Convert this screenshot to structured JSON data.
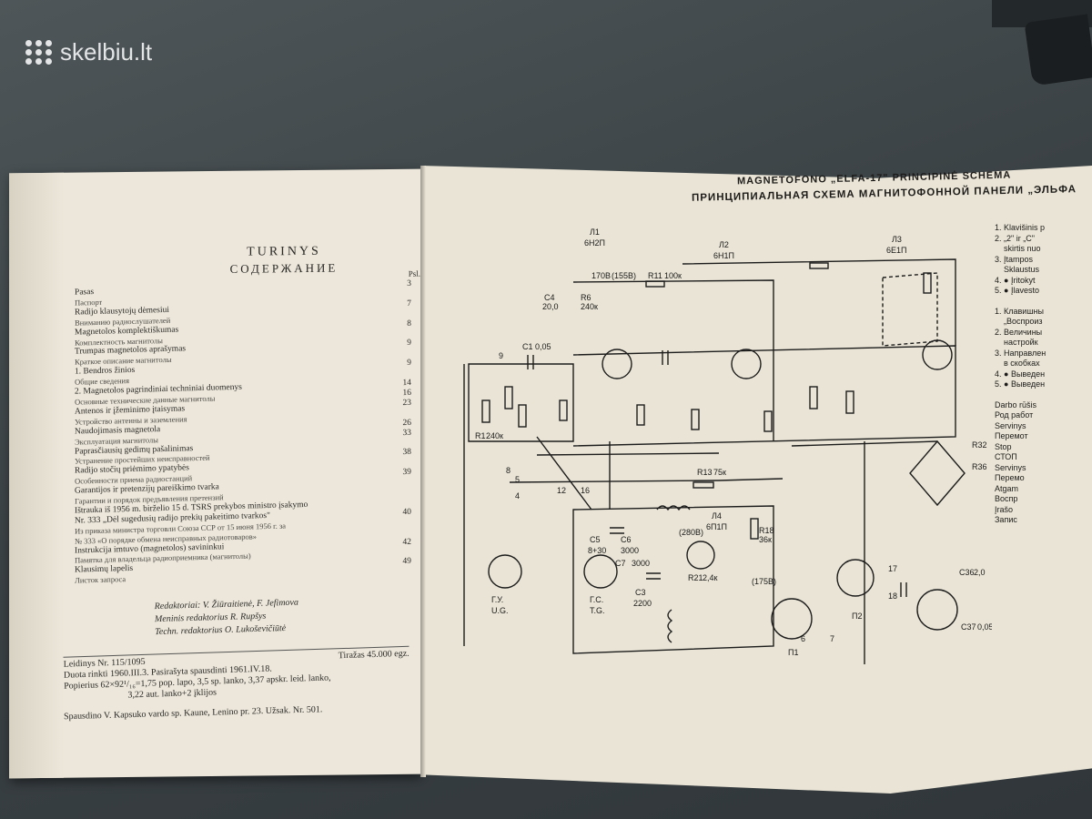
{
  "watermark": {
    "text": "skelbiu.lt"
  },
  "left_page": {
    "toc_title": "TURINYS",
    "toc_subtitle": "СОДЕРЖАНИЕ",
    "page_header": "Psl.",
    "entries": [
      {
        "text": "Pasas",
        "page": "3"
      },
      {
        "text": "Паспорт",
        "page": ""
      },
      {
        "text": "Radijo klausytojų dėmesiui",
        "page": "7"
      },
      {
        "text": "Вниманию радиослушателей",
        "page": ""
      },
      {
        "text": "Magnetolos komplektiškumas",
        "page": "8"
      },
      {
        "text": "Комплектность магнитолы",
        "page": ""
      },
      {
        "text": "Trumpas magnetolos aprašymas",
        "page": "9"
      },
      {
        "text": "Краткое описание магнитолы",
        "page": ""
      },
      {
        "text": "1. Bendros žinios",
        "page": "9"
      },
      {
        "text": "Общие сведения",
        "page": ""
      },
      {
        "text": "2. Magnetolos pagrindiniai techniniai duomenys",
        "page": "14"
      },
      {
        "text": "Основные технические данные магнитолы",
        "page": "16"
      },
      {
        "text": "Antenos ir įžeminimo įtaisymas",
        "page": "23"
      },
      {
        "text": "Устройство антенны и заземления",
        "page": ""
      },
      {
        "text": "Naudojimasis magnetola",
        "page": "26"
      },
      {
        "text": "Эксплуатация магнитолы",
        "page": "33"
      },
      {
        "text": "Paprasčiausių gedimų pašalinimas",
        "page": ""
      },
      {
        "text": "Устранение простейших неисправностей",
        "page": "38"
      },
      {
        "text": "Radijo stočių priėmimo ypatybės",
        "page": ""
      },
      {
        "text": "Особенности приема радиостанций",
        "page": "39"
      },
      {
        "text": "Garantijos ir pretenzijų pareiškimo tvarka",
        "page": ""
      },
      {
        "text": "Гарантии и порядок предъявления претензий",
        "page": ""
      },
      {
        "text": "Ištrauka iš 1956 m. birželio 15 d. TSRS prekybos ministro įsakymo",
        "page": ""
      },
      {
        "text": "Nr. 333 „Dėl sugedusių radijo prekių pakeitimo tvarkos\"",
        "page": "40"
      },
      {
        "text": "Из приказа министра торговли Союза ССР от 15 июня 1956 г. за",
        "page": ""
      },
      {
        "text": "№ 333 «О порядке обмена неисправных радиотоваров»",
        "page": ""
      },
      {
        "text": "Instrukcija imtuvo (magnetolos) savininkui",
        "page": "42"
      },
      {
        "text": "Памятка для владельца радиоприемника (магнитолы)",
        "page": ""
      },
      {
        "text": "Klausimų lapelis",
        "page": "49"
      },
      {
        "text": "Листок запроса",
        "page": ""
      }
    ],
    "credits": [
      "Redaktoriai: V. Žiūraitienė, F. Jefimova",
      "Meninis redaktorius R. Rupšys",
      "Techn. redaktorius O. Lukoševičiūtė"
    ],
    "imprint": {
      "line1_left": "Leidinys Nr. 115/1095",
      "line1_right": "Tiražas 45.000 egz.",
      "line2": "Duota rinkti 1960.III.3. Pasirašyta spausdinti 1961.IV.18.",
      "line3": "Popierius 62×92¹/₁₆=1,75 pop. lapo, 3,5 sp. lanko, 3,37 apskr. leid. lanko,",
      "line4": "3,22 aut. lanko+2 įklijos"
    },
    "printer": "Spausdino V. Kapsuko vardo sp. Kaune, Lenino pr. 23. Užsak. Nr. 501."
  },
  "right_page": {
    "title_lt": "MAGNETOFONO „ELFA-17\" PRINCIPINĖ SCHEMA",
    "title_ru": "ПРИНЦИПИАЛЬНАЯ СХЕМА МАГНИТОФОННОЙ ПАНЕЛИ „ЭЛЬФА",
    "legend": [
      "1. Klavišinis p",
      "2. „2\" ir „C\"",
      "    skirtis nuo",
      "3. Įtampos",
      "    Sklaustus",
      "4. ● Įritokyt",
      "5. ● Įlavesto",
      "",
      "1. Клавишны",
      "    „Воспроиз",
      "2. Величины",
      "    настройк",
      "3. Направлен",
      "    в скобках",
      "4. ● Выведен",
      "5. ● Выведен",
      "",
      "Darbo rūšis",
      "Род работ",
      "Servinys",
      "Перемот",
      "Stop",
      "СТОП",
      "Servinys",
      "Перемо",
      "Atgam",
      "Воспр",
      "Įrašo",
      "Запис"
    ],
    "labels": {
      "tube1": "Л1",
      "tube1b": "6Н2П",
      "tube2": "Л2",
      "tube2b": "6Н1П",
      "tube3": "Л3",
      "tube3b": "6Е1П",
      "tube4": "Л4",
      "tube4b": "6П1П",
      "c4": "C4",
      "c4v": "20,0",
      "r6": "R6",
      "r6v": "240к",
      "v170": "170В",
      "v155": "(155В)",
      "r11": "R11",
      "r11v": "100к",
      "c1": "C1",
      "c1v": "0,05",
      "r1": "R1",
      "r1v": "240к",
      "gu": "Г.У.",
      "ug": "U.G.",
      "gs": "Г.С.",
      "tg": "T.G.",
      "c7": "C7",
      "c7v": "3000",
      "r13": "R13",
      "r13v": "75к",
      "c5": "C5",
      "c6": "C6",
      "c6v": "3000",
      "c3": "C3",
      "c3v": "2200",
      "v280": "(280В)",
      "v175": "(175В)",
      "r18": "R18",
      "r18v": "36к",
      "r21": "R21",
      "r21v": "2,4к",
      "c5v": "8+30",
      "p1": "П1",
      "p2": "П2",
      "n12": "12",
      "n16": "16",
      "n9": "9",
      "n8": "8",
      "n5": "5",
      "n4": "4",
      "n6": "6",
      "n7": "7",
      "n17": "17",
      "n18": "18",
      "c37": "C37",
      "c37v": "0,05",
      "r32": "R32",
      "r36": "R36",
      "c36": "C36",
      "c36v": "2,0"
    }
  }
}
